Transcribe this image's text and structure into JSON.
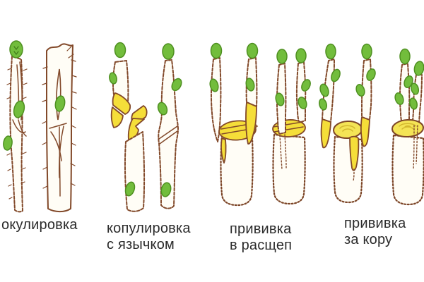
{
  "illustration": {
    "background_color": "#ffffff",
    "palette": {
      "outline_brown": "#82492a",
      "bud_green": "#72bd3c",
      "bud_green_dark": "#4e8f20",
      "cut_yellow": "#f5de39",
      "stump_top_yellow": "#f4e456",
      "wood_white": "#fffdf6",
      "label_text": "#2b2b2b"
    },
    "techniques": [
      {
        "id": "okulirovka",
        "lines": [
          "окулировка"
        ]
      },
      {
        "id": "kopulirovka-s-yazychkom",
        "lines": [
          "копулировка",
          "с язычком"
        ]
      },
      {
        "id": "privivka-v-rasschep",
        "lines": [
          "прививка",
          "в расщеп"
        ]
      },
      {
        "id": "privivka-za-koru",
        "lines": [
          "прививка",
          "за кору"
        ]
      }
    ]
  }
}
